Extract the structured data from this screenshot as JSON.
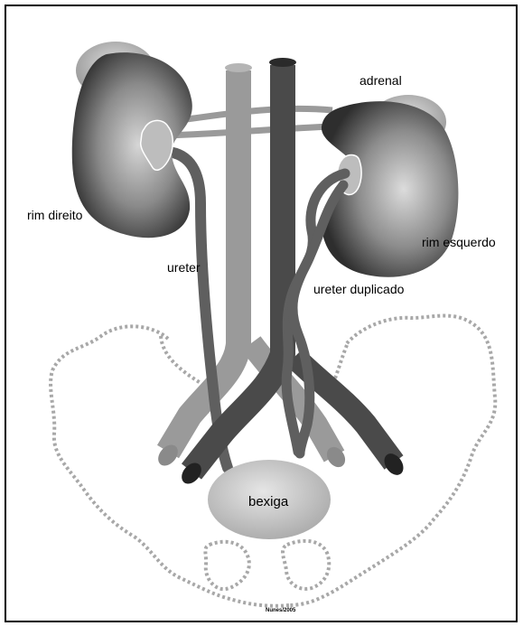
{
  "labels": {
    "adrenal": "adrenal",
    "rim_direito": "rim direito",
    "rim_esquerdo": "rim esquerdo",
    "ureter": "ureter",
    "ureter_duplicado": "ureter duplicado",
    "bexiga": "bexiga",
    "credit": "Nunes/2005"
  },
  "colors": {
    "kidney_dark": "#2e2e2e",
    "kidney_light": "#d6d6d6",
    "adrenal": "#bdbdbd",
    "vena_cava": "#9a9a9a",
    "aorta": "#4a4a4a",
    "ureter": "#5f5f5f",
    "pelvis_outline": "#a8a8a8",
    "bladder": "#c9c9c9"
  }
}
